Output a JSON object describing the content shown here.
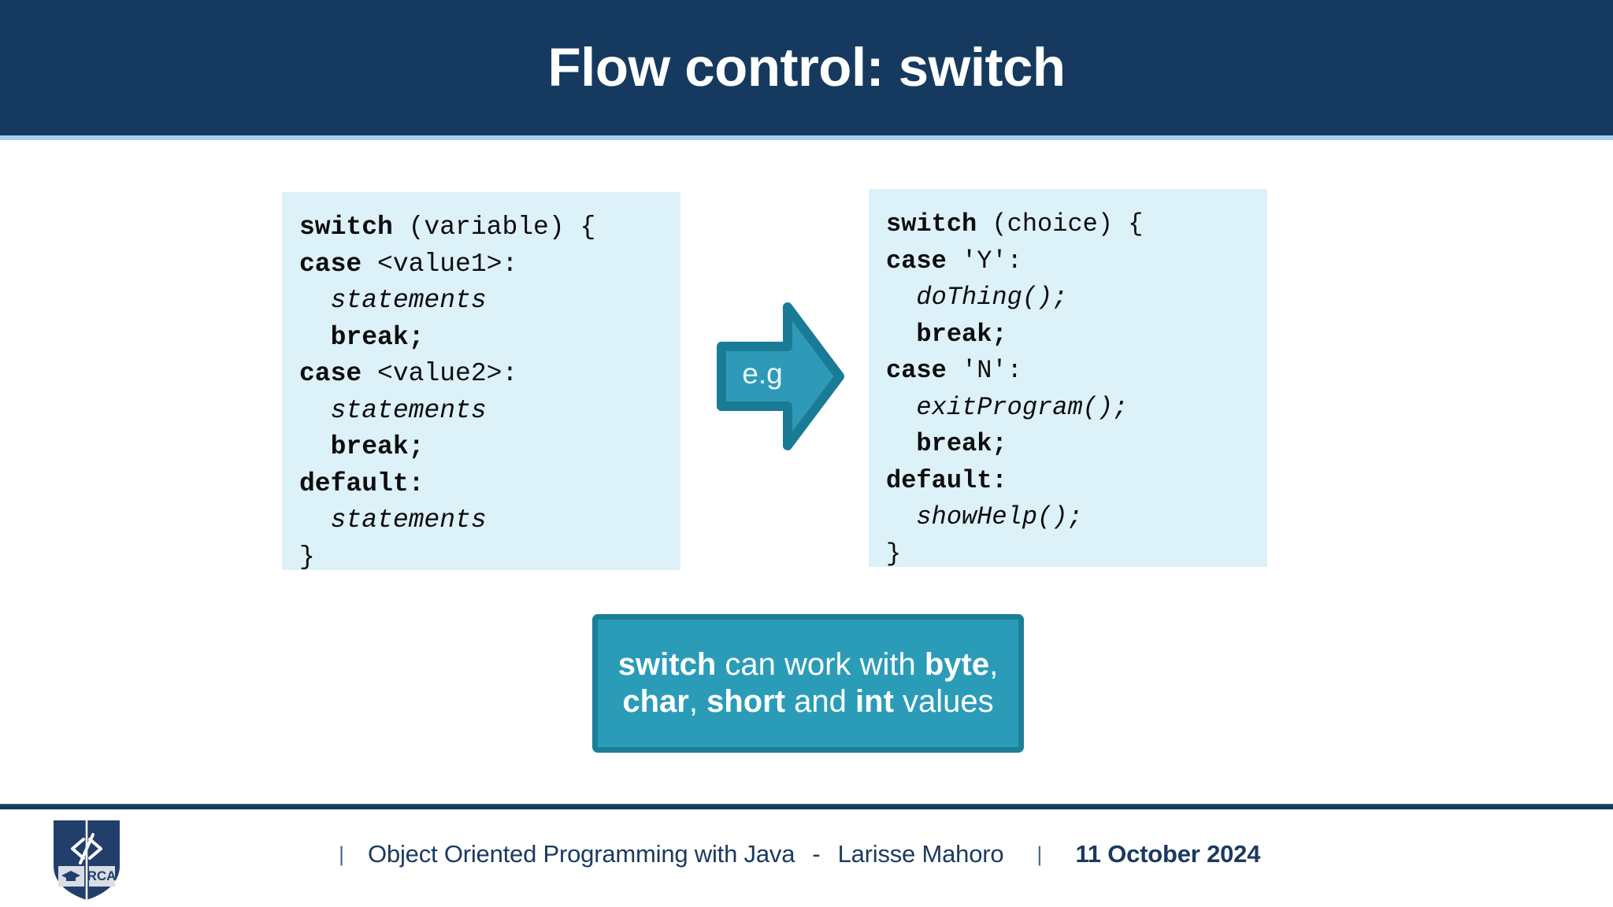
{
  "header": {
    "title": "Flow control: switch",
    "band_color": "#163a5f",
    "accent_color": "#a9cfec",
    "title_color": "#ffffff"
  },
  "code_left": {
    "name": "switch-syntax-template",
    "background": "#ddf1f9",
    "lines": [
      [
        {
          "t": "switch",
          "s": "kw"
        },
        {
          "t": " (variable) {",
          "s": "pl"
        }
      ],
      [
        {
          "t": "case",
          "s": "kw"
        },
        {
          "t": " <value1>:",
          "s": "pl"
        }
      ],
      [
        {
          "t": "  ",
          "s": "pl"
        },
        {
          "t": "statements",
          "s": "it"
        }
      ],
      [
        {
          "t": "  ",
          "s": "pl"
        },
        {
          "t": "break;",
          "s": "kw"
        }
      ],
      [
        {
          "t": "case",
          "s": "kw"
        },
        {
          "t": " <value2>:",
          "s": "pl"
        }
      ],
      [
        {
          "t": "  ",
          "s": "pl"
        },
        {
          "t": "statements",
          "s": "it"
        }
      ],
      [
        {
          "t": "  ",
          "s": "pl"
        },
        {
          "t": "break;",
          "s": "kw"
        }
      ],
      [
        {
          "t": "default:",
          "s": "kw"
        }
      ],
      [
        {
          "t": "  ",
          "s": "pl"
        },
        {
          "t": "statements",
          "s": "it"
        }
      ],
      [
        {
          "t": "}",
          "s": "pl"
        }
      ]
    ]
  },
  "code_right": {
    "name": "switch-example",
    "background": "#ddf1f9",
    "lines": [
      [
        {
          "t": "switch",
          "s": "kw"
        },
        {
          "t": " (choice) {",
          "s": "pl"
        }
      ],
      [
        {
          "t": "case",
          "s": "kw"
        },
        {
          "t": " 'Y':",
          "s": "pl"
        }
      ],
      [
        {
          "t": "  ",
          "s": "pl"
        },
        {
          "t": "doThing();",
          "s": "it"
        }
      ],
      [
        {
          "t": "  ",
          "s": "pl"
        },
        {
          "t": "break;",
          "s": "kw"
        }
      ],
      [
        {
          "t": "case",
          "s": "kw"
        },
        {
          "t": " 'N':",
          "s": "pl"
        }
      ],
      [
        {
          "t": "  ",
          "s": "pl"
        },
        {
          "t": "exitProgram();",
          "s": "it"
        }
      ],
      [
        {
          "t": "  ",
          "s": "pl"
        },
        {
          "t": "break;",
          "s": "kw"
        }
      ],
      [
        {
          "t": "default:",
          "s": "kw"
        }
      ],
      [
        {
          "t": "  ",
          "s": "pl"
        },
        {
          "t": "showHelp();",
          "s": "it"
        }
      ],
      [
        {
          "t": "}",
          "s": "pl"
        }
      ]
    ]
  },
  "arrow": {
    "label": "e.g",
    "fill": "#2e9ab8",
    "stroke": "#1a7b96",
    "label_color": "#eaf7fb"
  },
  "callout": {
    "fill": "#2b9cb8",
    "border": "#1c7e98",
    "text_color": "#ffffff",
    "segments": [
      {
        "t": "switch",
        "b": true
      },
      {
        "t": " can work with ",
        "b": false
      },
      {
        "t": "byte",
        "b": true
      },
      {
        "t": ", ",
        "b": false
      },
      {
        "t": "char",
        "b": true
      },
      {
        "t": ", ",
        "b": false
      },
      {
        "t": "short",
        "b": true
      },
      {
        "t": " and ",
        "b": false
      },
      {
        "t": "int",
        "b": true
      },
      {
        "t": " values",
        "b": false
      }
    ],
    "plain_text": "switch can work with byte, char, short and int values"
  },
  "footer": {
    "separator1": "|",
    "course": "Object Oriented Programming with Java",
    "dash": "-",
    "author": "Larisse Mahoro",
    "separator2": "|",
    "date": "11 October 2024",
    "logo_text": "RCA",
    "text_color": "#1b3a61",
    "rule_color": "#163a5f"
  }
}
